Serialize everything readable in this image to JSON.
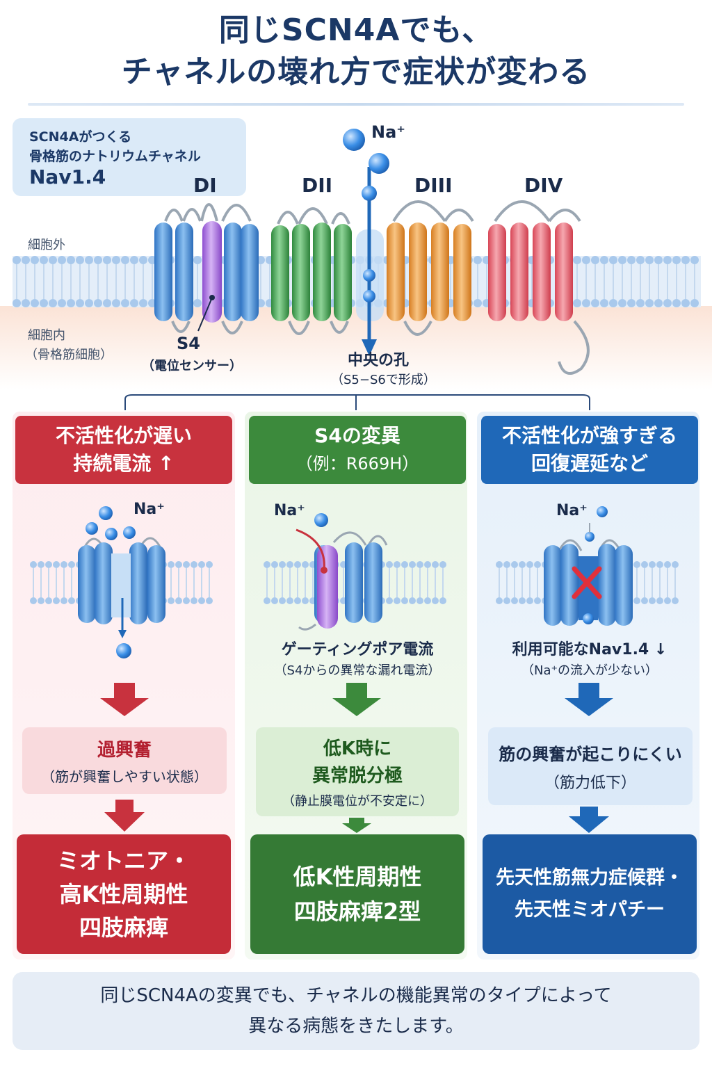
{
  "title": {
    "line1": "同じSCN4Aでも、",
    "line2": "チャネルの壊れ方で症状が変わる"
  },
  "infobox": {
    "line1": "SCN4Aがつくる",
    "line2": "骨格筋のナトリウムチャネル",
    "line3": "Nav1.4"
  },
  "membrane": {
    "extracellular": "細胞外",
    "intracellular": "細胞内",
    "intracellular_sub": "（骨格筋細胞）",
    "ion_label": "Na⁺",
    "domains": [
      "DI",
      "DII",
      "DIII",
      "DIV"
    ],
    "s4_label": "S4",
    "s4_sub": "（電位センサー）",
    "pore_label": "中央の孔",
    "pore_sub": "（S5−S6で形成）"
  },
  "columns": [
    {
      "header_line1": "不活性化が遅い",
      "header_line2": "持続電流 ↑",
      "ion_label": "Na⁺",
      "mid_title": "過興奮",
      "mid_sub": "（筋が興奮しやすい状態）",
      "final_line1": "ミオトニア・",
      "final_line2": "高K性周期性",
      "final_line3": "四肢麻痺"
    },
    {
      "header_line1": "S4の変異",
      "header_line2": "（例：R669H）",
      "ion_label": "Na⁺",
      "caption_title": "ゲーティングポア電流",
      "caption_sub": "（S4からの異常な漏れ電流）",
      "mid_title1": "低K時に",
      "mid_title2": "異常脱分極",
      "mid_sub": "（静止膜電位が不安定に）",
      "final_line1": "低K性周期性",
      "final_line2": "四肢麻痺2型"
    },
    {
      "header_line1": "不活性化が強すぎる",
      "header_line2": "回復遅延など",
      "ion_label": "Na⁺",
      "caption_title": "利用可能なNav1.4 ↓",
      "caption_sub": "（Na⁺の流入が少ない）",
      "mid_title": "筋の興奮が起こりにくい",
      "mid_sub": "（筋力低下）",
      "final_line1": "先天性筋無力症候群・",
      "final_line2": "先天性ミオパチー"
    }
  ],
  "footer": {
    "line1": "同じSCN4Aの変異でも、チャネルの機能異常のタイプによって",
    "line2": "異なる病態をきたします。"
  },
  "colors": {
    "title": "#1b3866",
    "red": "#c8323e",
    "green": "#3c8a3c",
    "blue": "#1f68b8",
    "domain1": "#4a90d9",
    "domain2": "#4aaa5a",
    "domain3": "#e89a40",
    "domain4": "#e86470",
    "s4": "#a66fd9"
  }
}
